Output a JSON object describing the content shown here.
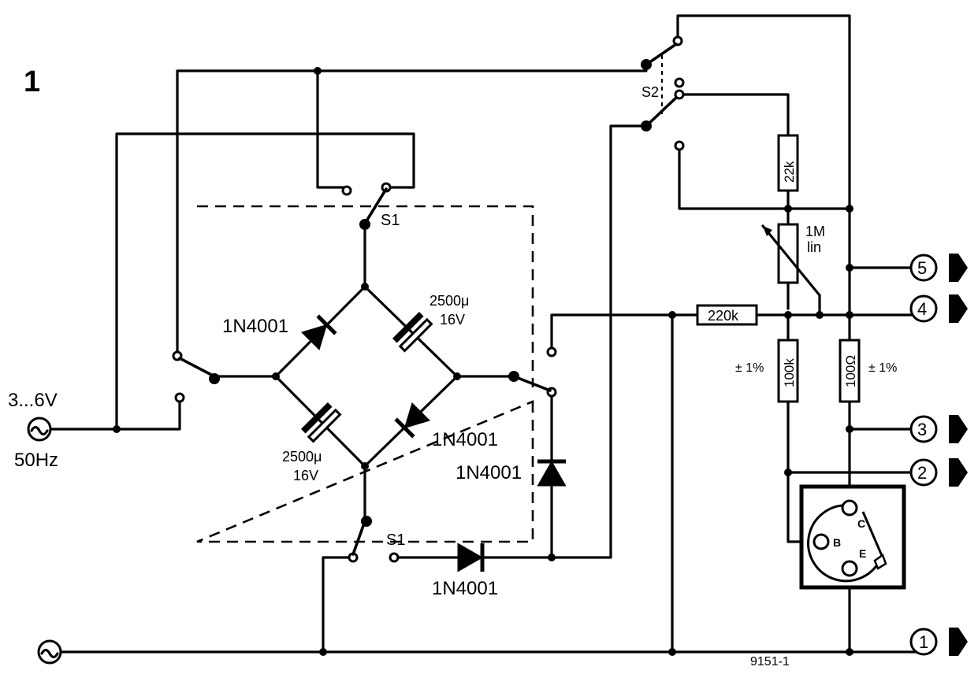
{
  "figure": {
    "number": "1",
    "reference": "9151-1"
  },
  "source": {
    "voltage": "3...6V",
    "frequency": "50Hz"
  },
  "diodes": [
    "1N4001",
    "1N4001",
    "1N4001",
    "1N4001"
  ],
  "capacitors": [
    {
      "value": "2500μ",
      "voltage": "16V"
    },
    {
      "value": "2500μ",
      "voltage": "16V"
    }
  ],
  "switches": {
    "s1_top": "S1",
    "s1_bottom": "S1",
    "s2": "S2"
  },
  "resistors": {
    "r22k": "22k",
    "pot": "1M",
    "pot_law": "lin",
    "r220k": "220k",
    "r100k": "100k",
    "r100ohm": "100Ω",
    "tol_left": "± 1%",
    "tol_right": "± 1%"
  },
  "transistor_pins": {
    "c": "C",
    "b": "B",
    "e": "E"
  },
  "terminals": [
    "5",
    "4",
    "3",
    "2",
    "1"
  ]
}
